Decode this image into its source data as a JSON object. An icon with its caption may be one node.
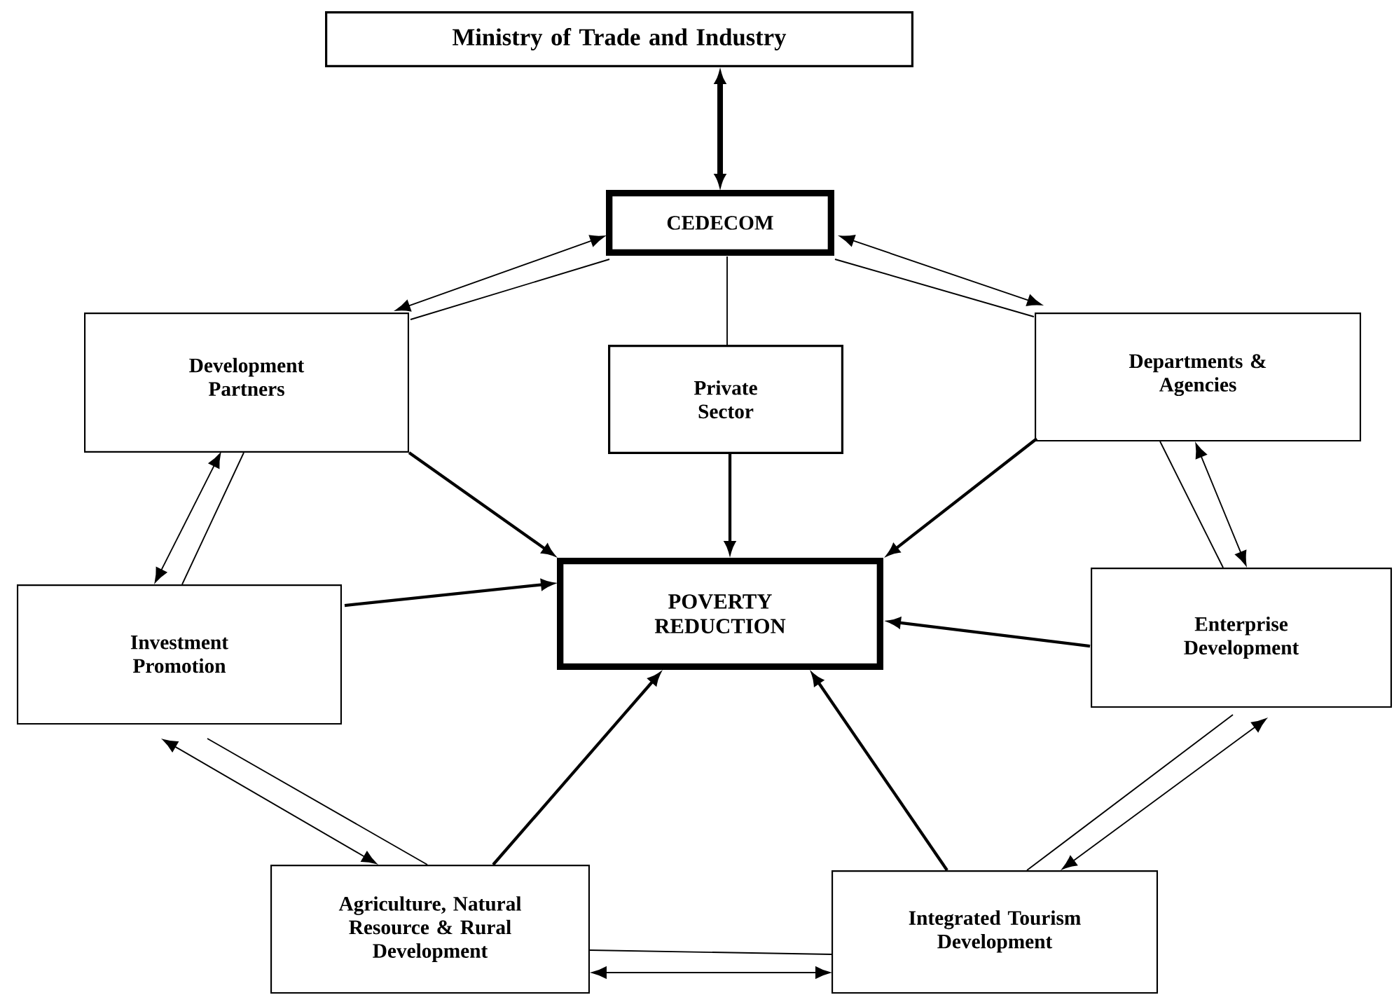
{
  "diagram": {
    "nodes": [
      {
        "text": [
          "Ministry of Trade and Industry"
        ]
      },
      {
        "text": [
          "CEDECOM"
        ]
      },
      {
        "text": [
          "Development Partners"
        ]
      },
      {
        "text": [
          "Private Sector"
        ]
      },
      {
        "text": [
          "Departments & Agencies"
        ]
      },
      {
        "text": [
          "POVERTY REDUCTION"
        ]
      },
      {
        "text": [
          "Investment Promotion"
        ]
      },
      {
        "text": [
          "Enterprise Development"
        ]
      },
      {
        "text": [
          "Agriculture, Natural Resource & Rural Development"
        ]
      },
      {
        "text": [
          "Integrated Tourism Development"
        ]
      }
    ],
    "edges": [
      {
        "from": 0,
        "to": 1,
        "arrow": "both",
        "style": "thick"
      },
      {
        "from": 1,
        "to": 2,
        "arrow": "both"
      },
      {
        "from": 1,
        "to": 2,
        "arrow": "none"
      },
      {
        "from": 1,
        "to": 3,
        "arrow": "none"
      },
      {
        "from": 1,
        "to": 4,
        "arrow": "both"
      },
      {
        "from": 1,
        "to": 4,
        "arrow": "none"
      },
      {
        "from": 3,
        "to": 5,
        "arrow": "to"
      },
      {
        "from": 2,
        "to": 5,
        "arrow": "to"
      },
      {
        "from": 4,
        "to": 5,
        "arrow": "to"
      },
      {
        "from": 6,
        "to": 5,
        "arrow": "to"
      },
      {
        "from": 7,
        "to": 5,
        "arrow": "to"
      },
      {
        "from": 2,
        "to": 6,
        "arrow": "both"
      },
      {
        "from": 2,
        "to": 6,
        "arrow": "none"
      },
      {
        "from": 4,
        "to": 7,
        "arrow": "both"
      },
      {
        "from": 4,
        "to": 7,
        "arrow": "none"
      },
      {
        "from": 6,
        "to": 8,
        "arrow": "both"
      },
      {
        "from": 6,
        "to": 8,
        "arrow": "none"
      },
      {
        "from": 7,
        "to": 9,
        "arrow": "both"
      },
      {
        "from": 7,
        "to": 9,
        "arrow": "none"
      },
      {
        "from": 8,
        "to": 9,
        "arrow": "both"
      },
      {
        "from": 8,
        "to": 9,
        "arrow": "none"
      },
      {
        "from": 8,
        "to": 5,
        "arrow": "to"
      },
      {
        "from": 9,
        "to": 5,
        "arrow": "to"
      }
    ]
  }
}
